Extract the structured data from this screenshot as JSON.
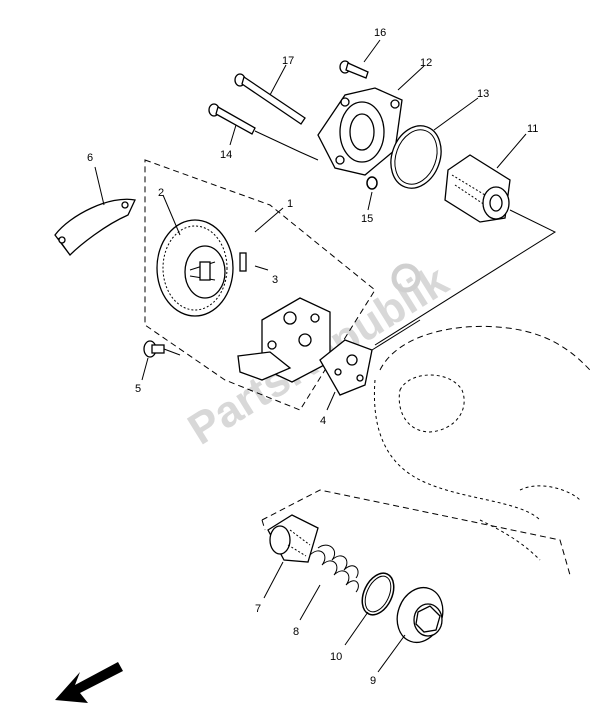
{
  "watermark": "PartsRepublik",
  "callouts": [
    {
      "id": "1",
      "text": "1"
    },
    {
      "id": "2",
      "text": "2"
    },
    {
      "id": "3",
      "text": "3"
    },
    {
      "id": "4",
      "text": "4"
    },
    {
      "id": "5",
      "text": "5"
    },
    {
      "id": "6",
      "text": "6"
    },
    {
      "id": "7",
      "text": "7"
    },
    {
      "id": "8",
      "text": "8"
    },
    {
      "id": "9",
      "text": "9"
    },
    {
      "id": "10",
      "text": "10"
    },
    {
      "id": "11",
      "text": "11"
    },
    {
      "id": "12",
      "text": "12"
    },
    {
      "id": "13",
      "text": "13"
    },
    {
      "id": "14",
      "text": "14"
    },
    {
      "id": "15",
      "text": "15"
    },
    {
      "id": "16",
      "text": "16"
    },
    {
      "id": "17",
      "text": "17"
    }
  ]
}
